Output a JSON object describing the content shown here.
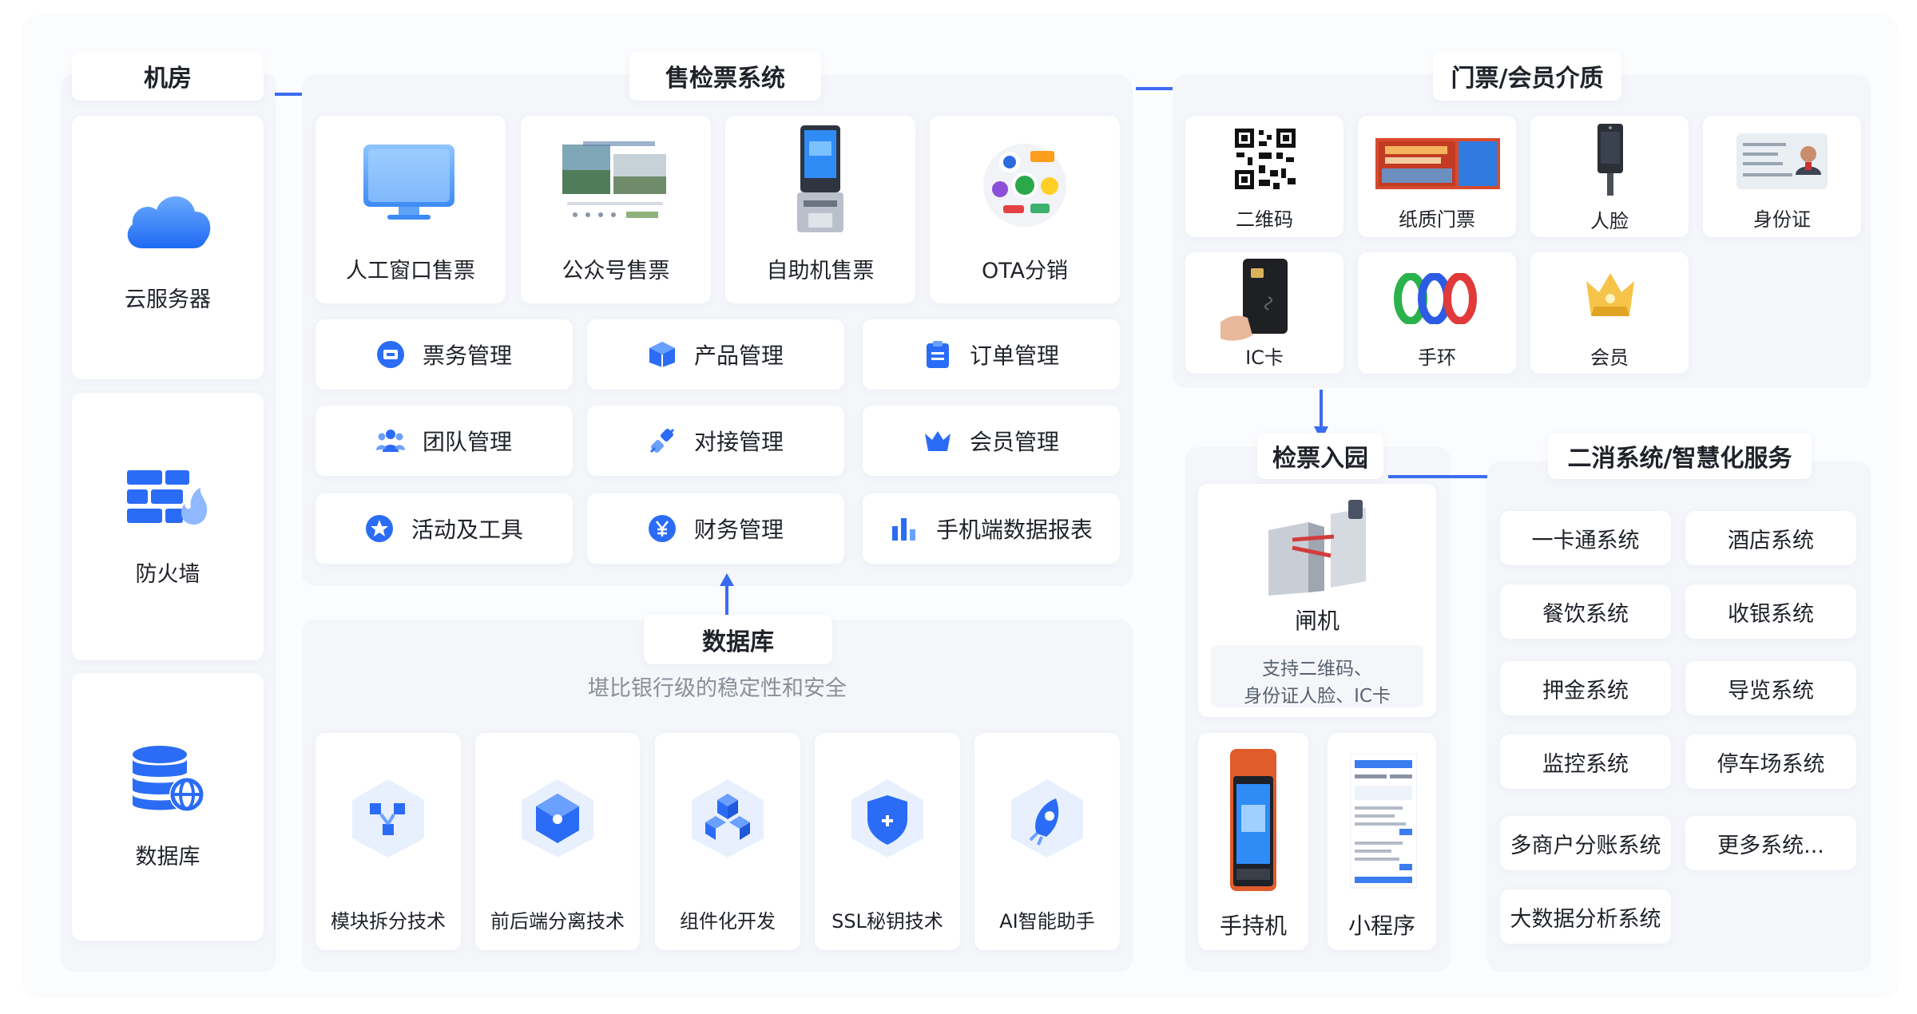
{
  "colors": {
    "accent": "#2b6cf6",
    "arrow": "#3b6cf0",
    "panel": "#f4f6fa",
    "card": "#ffffff"
  },
  "machine_room": {
    "title": "机房",
    "items": [
      {
        "label": "云服务器",
        "icon": "cloud-icon"
      },
      {
        "label": "防火墙",
        "icon": "firewall-icon"
      },
      {
        "label": "数据库",
        "icon": "database-icon"
      }
    ]
  },
  "ticketing": {
    "title": "售检票系统",
    "channels": [
      {
        "label": "人工窗口售票",
        "icon": "monitor-icon"
      },
      {
        "label": "公众号售票",
        "icon": "wechat-page-icon"
      },
      {
        "label": "自助机售票",
        "icon": "kiosk-icon"
      },
      {
        "label": "OTA分销",
        "icon": "ota-logos-icon"
      }
    ],
    "modules": [
      {
        "label": "票务管理",
        "icon": "ticket-icon"
      },
      {
        "label": "产品管理",
        "icon": "cube-icon"
      },
      {
        "label": "订单管理",
        "icon": "clipboard-icon"
      },
      {
        "label": "团队管理",
        "icon": "team-icon"
      },
      {
        "label": "对接管理",
        "icon": "plug-icon"
      },
      {
        "label": "会员管理",
        "icon": "crown-icon"
      },
      {
        "label": "活动及工具",
        "icon": "star-icon"
      },
      {
        "label": "财务管理",
        "icon": "yen-icon"
      },
      {
        "label": "手机端数据报表",
        "icon": "bar-chart-icon"
      }
    ]
  },
  "database": {
    "title": "数据库",
    "subtitle": "堪比银行级的稳定性和安全",
    "techs": [
      {
        "label": "模块拆分技术",
        "icon": "module-split-icon"
      },
      {
        "label": "前后端分离技术",
        "icon": "frontend-backend-icon"
      },
      {
        "label": "组件化开发",
        "icon": "components-icon"
      },
      {
        "label": "SSL秘钥技术",
        "icon": "ssl-shield-icon"
      },
      {
        "label": "AI智能助手",
        "icon": "ai-assistant-icon"
      }
    ]
  },
  "media": {
    "title": "门票/会员介质",
    "items": [
      {
        "label": "二维码",
        "icon": "qr-code-icon"
      },
      {
        "label": "纸质门票",
        "icon": "paper-ticket-icon"
      },
      {
        "label": "人脸",
        "icon": "face-device-icon"
      },
      {
        "label": "身份证",
        "icon": "id-card-icon"
      },
      {
        "label": "IC卡",
        "icon": "ic-card-icon"
      },
      {
        "label": "手环",
        "icon": "wristband-icon"
      },
      {
        "label": "会员",
        "icon": "member-crown-icon"
      }
    ]
  },
  "gate": {
    "title": "检票入园",
    "device_label": "闸机",
    "support_text_1": "支持二维码、",
    "support_text_2": "身份证人脸、IC卡",
    "handheld_label": "手持机",
    "miniapp_label": "小程序"
  },
  "secondary": {
    "title": "二消系统/智慧化服务",
    "systems": [
      "一卡通系统",
      "酒店系统",
      "餐饮系统",
      "收银系统",
      "押金系统",
      "导览系统",
      "监控系统",
      "停车场系统",
      "多商户分账系统",
      "更多系统...",
      "大数据分析系统"
    ]
  }
}
